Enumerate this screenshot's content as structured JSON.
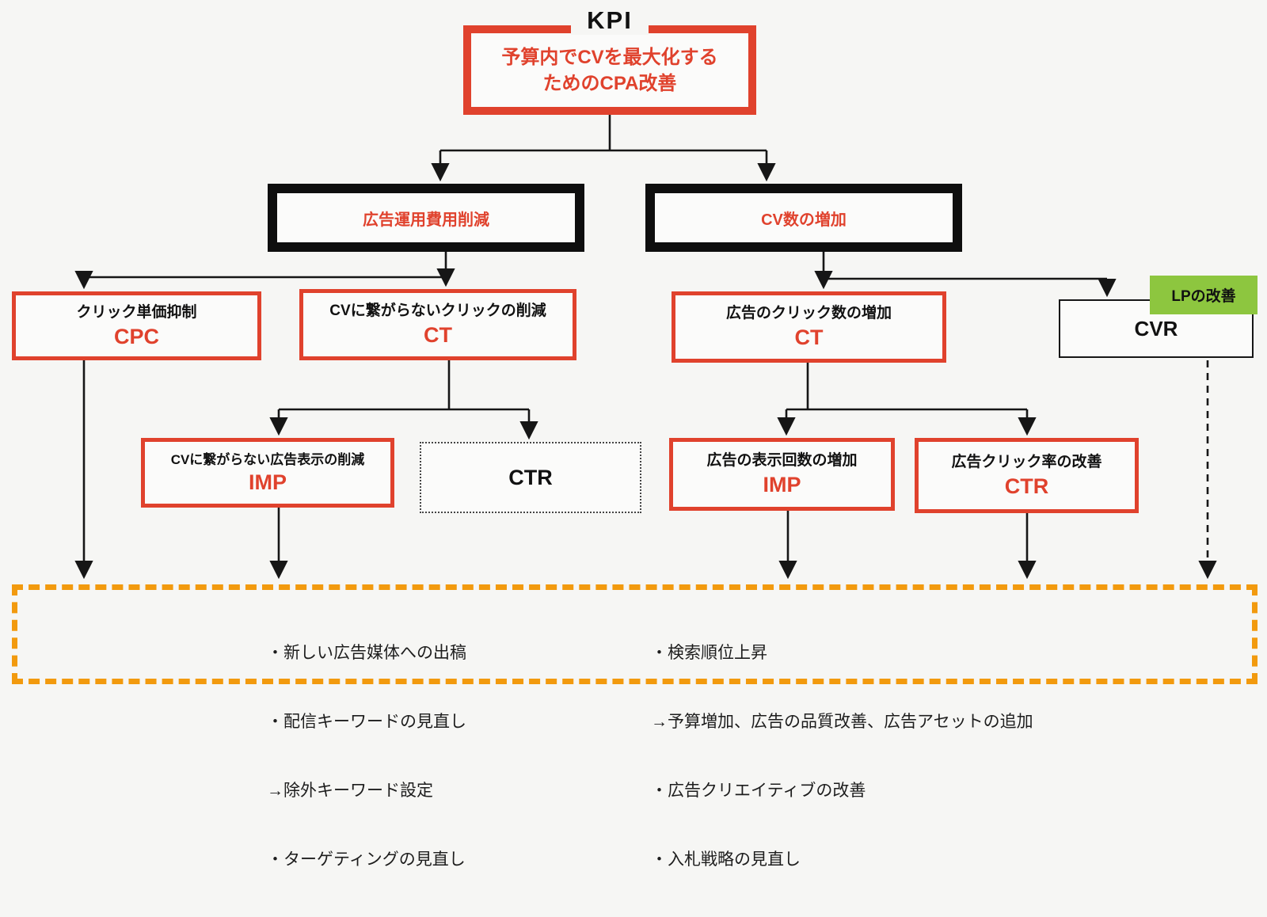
{
  "colors": {
    "red": "#e0422d",
    "black": "#0e0e0e",
    "green": "#8dc63f",
    "orange": "#f29a0e",
    "background": "#f6f6f4"
  },
  "nodes": {
    "kpi": {
      "tag": "KPI",
      "line1": "予算内でCVを最大化する",
      "line2": "ためのCPA改善"
    },
    "cost_reduction": {
      "label": "広告運用費用削減"
    },
    "cv_increase": {
      "label": "CV数の増加"
    },
    "cpc": {
      "title": "クリック単価抑制",
      "metric": "CPC"
    },
    "ct_left": {
      "title": "CVに繋がらないクリックの削減",
      "metric": "CT"
    },
    "ct_right": {
      "title": "広告のクリック数の増加",
      "metric": "CT"
    },
    "cvr": {
      "metric": "CVR",
      "badge": "LPの改善"
    },
    "imp_left": {
      "title": "CVに繋がらない広告表示の削減",
      "metric": "IMP"
    },
    "ctr_dotted": {
      "metric": "CTR"
    },
    "imp_right": {
      "title": "広告の表示回数の増加",
      "metric": "IMP"
    },
    "ctr_right": {
      "title": "広告クリック率の改善",
      "metric": "CTR"
    }
  },
  "actions": {
    "left": [
      "・新しい広告媒体への出稿",
      "・配信キーワードの見直し",
      "→除外キーワード設定",
      "・ターゲティングの見直し"
    ],
    "right": [
      "・検索順位上昇",
      "→予算増加、広告の品質改善、広告アセットの追加",
      "・広告クリエイティブの改善",
      "・入札戦略の見直し"
    ]
  }
}
